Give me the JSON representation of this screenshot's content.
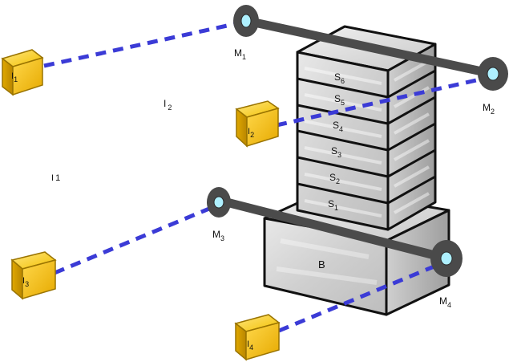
{
  "diagram": {
    "base_label": "B",
    "stack_labels": [
      {
        "main": "S",
        "sub": "1"
      },
      {
        "main": "S",
        "sub": "2"
      },
      {
        "main": "S",
        "sub": "3"
      },
      {
        "main": "S",
        "sub": "4"
      },
      {
        "main": "S",
        "sub": "5"
      },
      {
        "main": "S",
        "sub": "6"
      }
    ],
    "mirror_labels": [
      {
        "main": "M",
        "sub": "1"
      },
      {
        "main": "M",
        "sub": "2"
      },
      {
        "main": "M",
        "sub": "3"
      },
      {
        "main": "M",
        "sub": "4"
      }
    ],
    "cube_labels": [
      {
        "main": "I",
        "sub": "1"
      },
      {
        "main": "I",
        "sub": "2"
      },
      {
        "main": "I",
        "sub": "3"
      },
      {
        "main": "I",
        "sub": "4"
      }
    ],
    "free_labels": [
      {
        "main": "I",
        "sub": "2"
      },
      {
        "main": "I",
        "sub": "1"
      }
    ],
    "colors": {
      "cube": "#f7c200",
      "cube_edge": "#9a7400",
      "beam": "#3b3bd6",
      "rod": "#4b4b4b",
      "ring": "#4a4a4a",
      "lens": "#aef0ff",
      "box_fill": "#d6d6d6",
      "box_edge": "#111111"
    }
  }
}
